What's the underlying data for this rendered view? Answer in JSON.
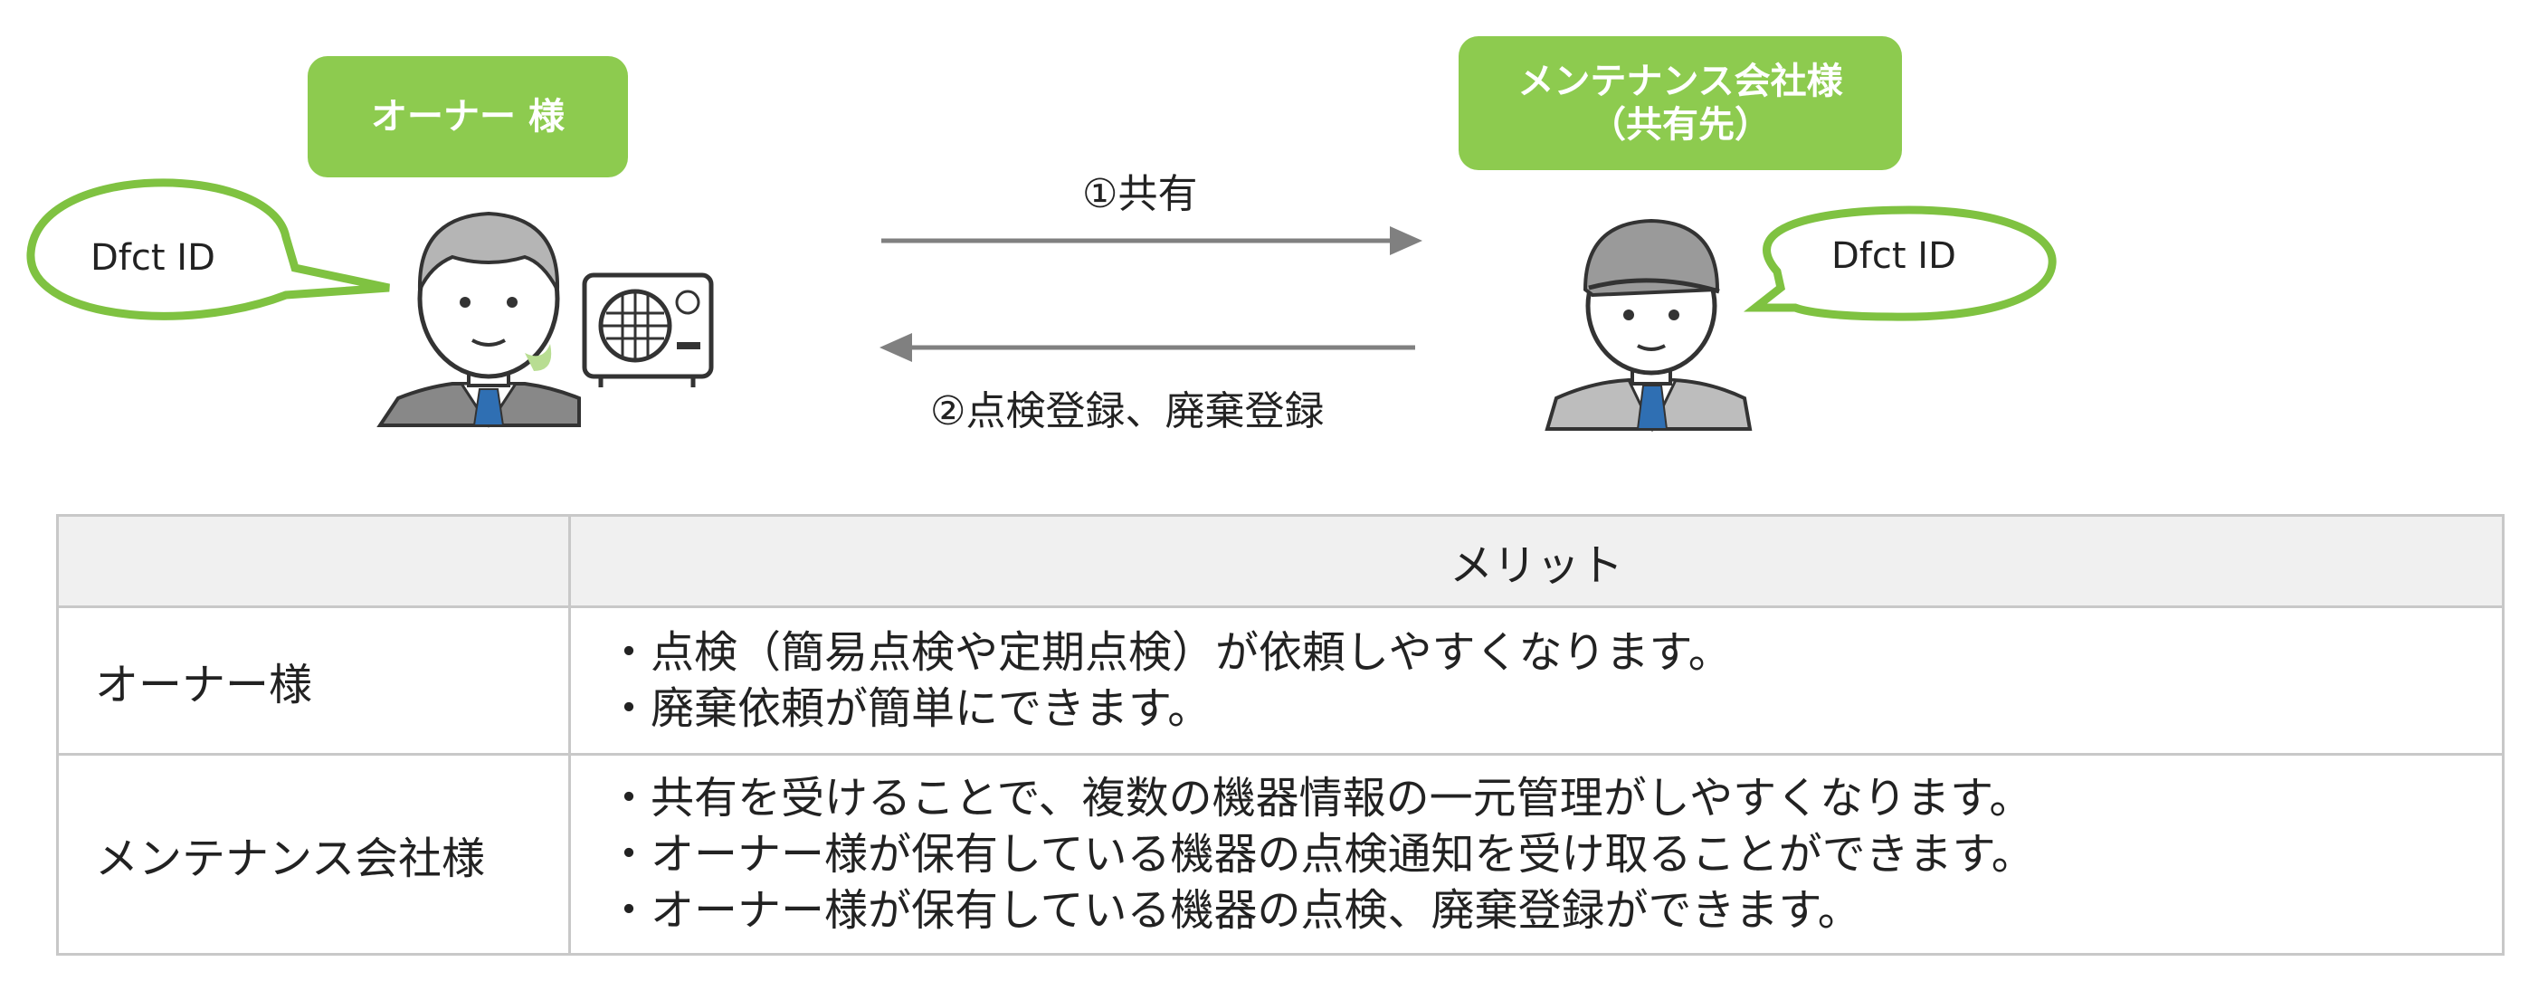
{
  "owner": {
    "badge_label": "オーナー 様",
    "bubble_text": "Dfct ID"
  },
  "maintenance": {
    "badge_line1": "メンテナンス会社様",
    "badge_line2": "（共有先）",
    "bubble_text": "Dfct ID"
  },
  "arrows": {
    "share_label": "①共有",
    "register_label": "②点検登録、廃棄登録"
  },
  "colors": {
    "badge_green": "#8dcb4f",
    "bubble_stroke": "#7fc241",
    "arrow_gray": "#808080",
    "tie_blue": "#2f6fb3",
    "border_gray": "#c8c8c8"
  },
  "table": {
    "header": "メリット",
    "rows": [
      {
        "role": "オーナー様",
        "merits": [
          "・点検（簡易点検や定期点検）が依頼しやすくなります。",
          "・廃棄依頼が簡単にできます。"
        ]
      },
      {
        "role": "メンテナンス会社様",
        "merits": [
          "・共有を受けることで、複数の機器情報の一元管理がしやすくなります。",
          "・オーナー様が保有している機器の点検通知を受け取ることができます。",
          "・オーナー様が保有している機器の点検、廃棄登録ができます。"
        ]
      }
    ]
  }
}
